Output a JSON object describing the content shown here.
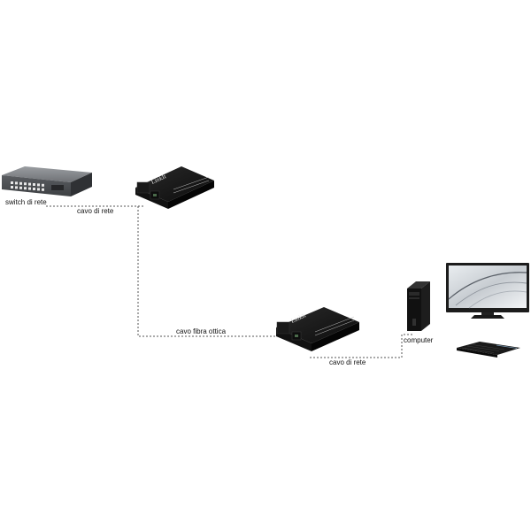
{
  "labels": {
    "switch": "switch di rete",
    "cable_top": "cavo di rete",
    "fiber": "cavo fibra ottica",
    "cable_bottom": "cavo di rete",
    "computer": "computer"
  },
  "converter_logo": "LinkIt",
  "colors": {
    "line": "#555555",
    "switch_body": "#6b6e72",
    "converter_body": "#1a1a1a",
    "tower": "#111111",
    "monitor_frame": "#1c1c1c"
  },
  "icons": [
    "network-switch-icon",
    "media-converter-icon",
    "pc-tower-icon",
    "monitor-icon",
    "keyboard-icon"
  ]
}
